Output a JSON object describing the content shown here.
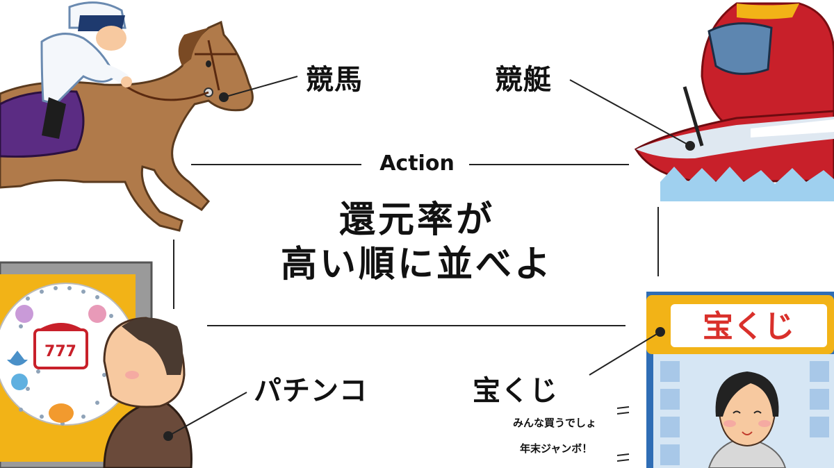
{
  "labels": {
    "keiba": "競馬",
    "kyotei": "競艇",
    "pachinko": "パチンコ",
    "takarakuji": "宝くじ"
  },
  "center": {
    "action": "Action",
    "title_line1": "還元率が",
    "title_line2": "高い順に並べよ"
  },
  "lottery": {
    "sign": "宝くじ",
    "speech_line1": "みんな買うでしょ",
    "speech_line2": "年末ジャンボ！"
  },
  "pachinko_machine": {
    "reels": "777"
  },
  "colors": {
    "sign_yellow": "#F2B317",
    "sign_red": "#D9302B",
    "boat_red": "#C8202A",
    "horse_brown": "#B07A4A",
    "saddle_purple": "#5B2C83",
    "jockey_white": "#F4F7FB",
    "booth_blue": "#A8C8E8",
    "pachinko_gray": "#9A9A9A",
    "line": "#222222"
  }
}
